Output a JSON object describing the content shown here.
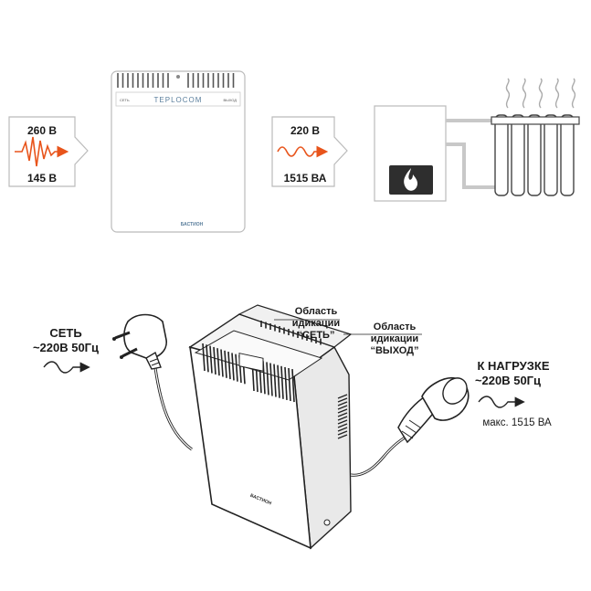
{
  "input_box": {
    "high": "260 В",
    "low": "145 В"
  },
  "stabilizer": {
    "brand": "TEPLOCOM",
    "left_tag": "СЕТЬ",
    "right_tag": "ВЫХОД",
    "logo": "БАСТИОН"
  },
  "output_box": {
    "voltage": "220 В",
    "power": "1515 ВА"
  },
  "bottom": {
    "mains_line1": "СЕТЬ",
    "mains_line2": "~220В 50Гц",
    "ind_set_line1": "Область",
    "ind_set_line2": "идикации",
    "ind_set_line3": "“СЕТЬ”",
    "ind_out_line1": "Область",
    "ind_out_line2": "идикации",
    "ind_out_line3": "“ВЫХОД”",
    "load_line1": "К НАГРУЗКЕ",
    "load_line2": "~220В 50Гц",
    "load_line3": "макс. 1515 ВА",
    "device_logo": "БАСТИОН"
  },
  "colors": {
    "accent": "#e8541b",
    "line": "#444444",
    "pipe": "#c8c8c8"
  }
}
